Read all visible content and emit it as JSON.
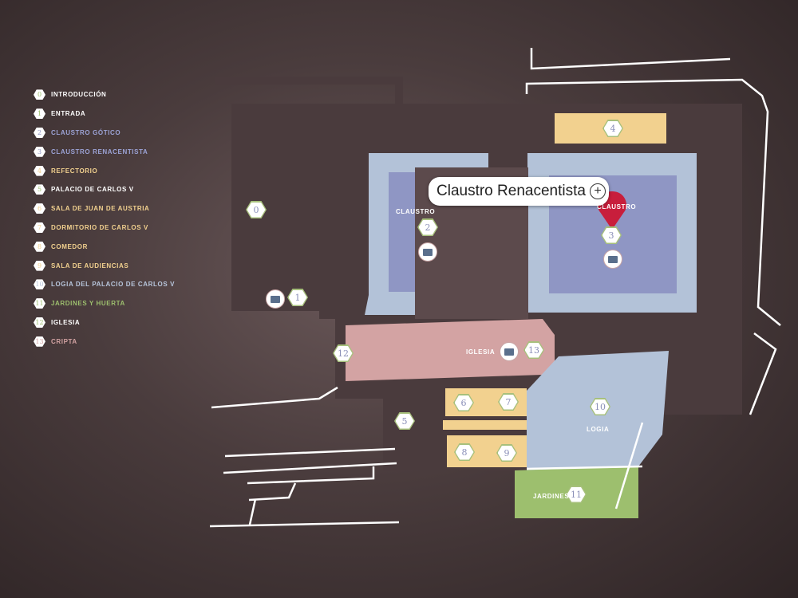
{
  "legend": [
    {
      "num": "0",
      "label": "INTRODUCCIÓN",
      "color": "#ffffff",
      "numcolor": "#9dbf6e"
    },
    {
      "num": "1",
      "label": "ENTRADA",
      "color": "#ffffff",
      "numcolor": "#9dbf6e"
    },
    {
      "num": "2",
      "label": "CLAUSTRO GÓTICO",
      "color": "#9ca3d6",
      "numcolor": "#8f96c4"
    },
    {
      "num": "3",
      "label": "CLAUSTRO RENACENTISTA",
      "color": "#9ca3d6",
      "numcolor": "#8f96c4"
    },
    {
      "num": "4",
      "label": "REFECTORIO",
      "color": "#f2d18f",
      "numcolor": "#f2d18f"
    },
    {
      "num": "5",
      "label": "PALACIO DE CARLOS V",
      "color": "#ffffff",
      "numcolor": "#9dbf6e"
    },
    {
      "num": "6",
      "label": "SALA DE JUAN DE AUSTRIA",
      "color": "#f2d18f",
      "numcolor": "#f2d18f"
    },
    {
      "num": "7",
      "label": "DORMITORIO DE CARLOS V",
      "color": "#f2d18f",
      "numcolor": "#f2d18f"
    },
    {
      "num": "8",
      "label": "COMEDOR",
      "color": "#f2d18f",
      "numcolor": "#f2d18f"
    },
    {
      "num": "9",
      "label": "SALA DE AUDIENCIAS",
      "color": "#f2d18f",
      "numcolor": "#f2d18f"
    },
    {
      "num": "10",
      "label": "LOGIA DEL PALACIO DE CARLOS V",
      "color": "#b8c6dc",
      "numcolor": "#b8c6dc"
    },
    {
      "num": "11",
      "label": "JARDINES Y HUERTA",
      "color": "#9dbf6e",
      "numcolor": "#9dbf6e"
    },
    {
      "num": "12",
      "label": "IGLESIA",
      "color": "#ffffff",
      "numcolor": "#9dbf6e"
    },
    {
      "num": "13",
      "label": "CRIPTA",
      "color": "#d3a3a3",
      "numcolor": "#d3a3a3"
    }
  ],
  "map_labels": {
    "claustro2": "CLAUSTRO",
    "claustro3": "CLAUSTRO",
    "iglesia": "IGLESIA",
    "logia": "LOGIA",
    "jardines": "JARDINES"
  },
  "markers": [
    "0",
    "1",
    "2",
    "3",
    "4",
    "5",
    "6",
    "7",
    "8",
    "9",
    "10",
    "11",
    "12",
    "13"
  ],
  "tooltip": {
    "title": "Claustro Renacentista",
    "action": "+"
  }
}
